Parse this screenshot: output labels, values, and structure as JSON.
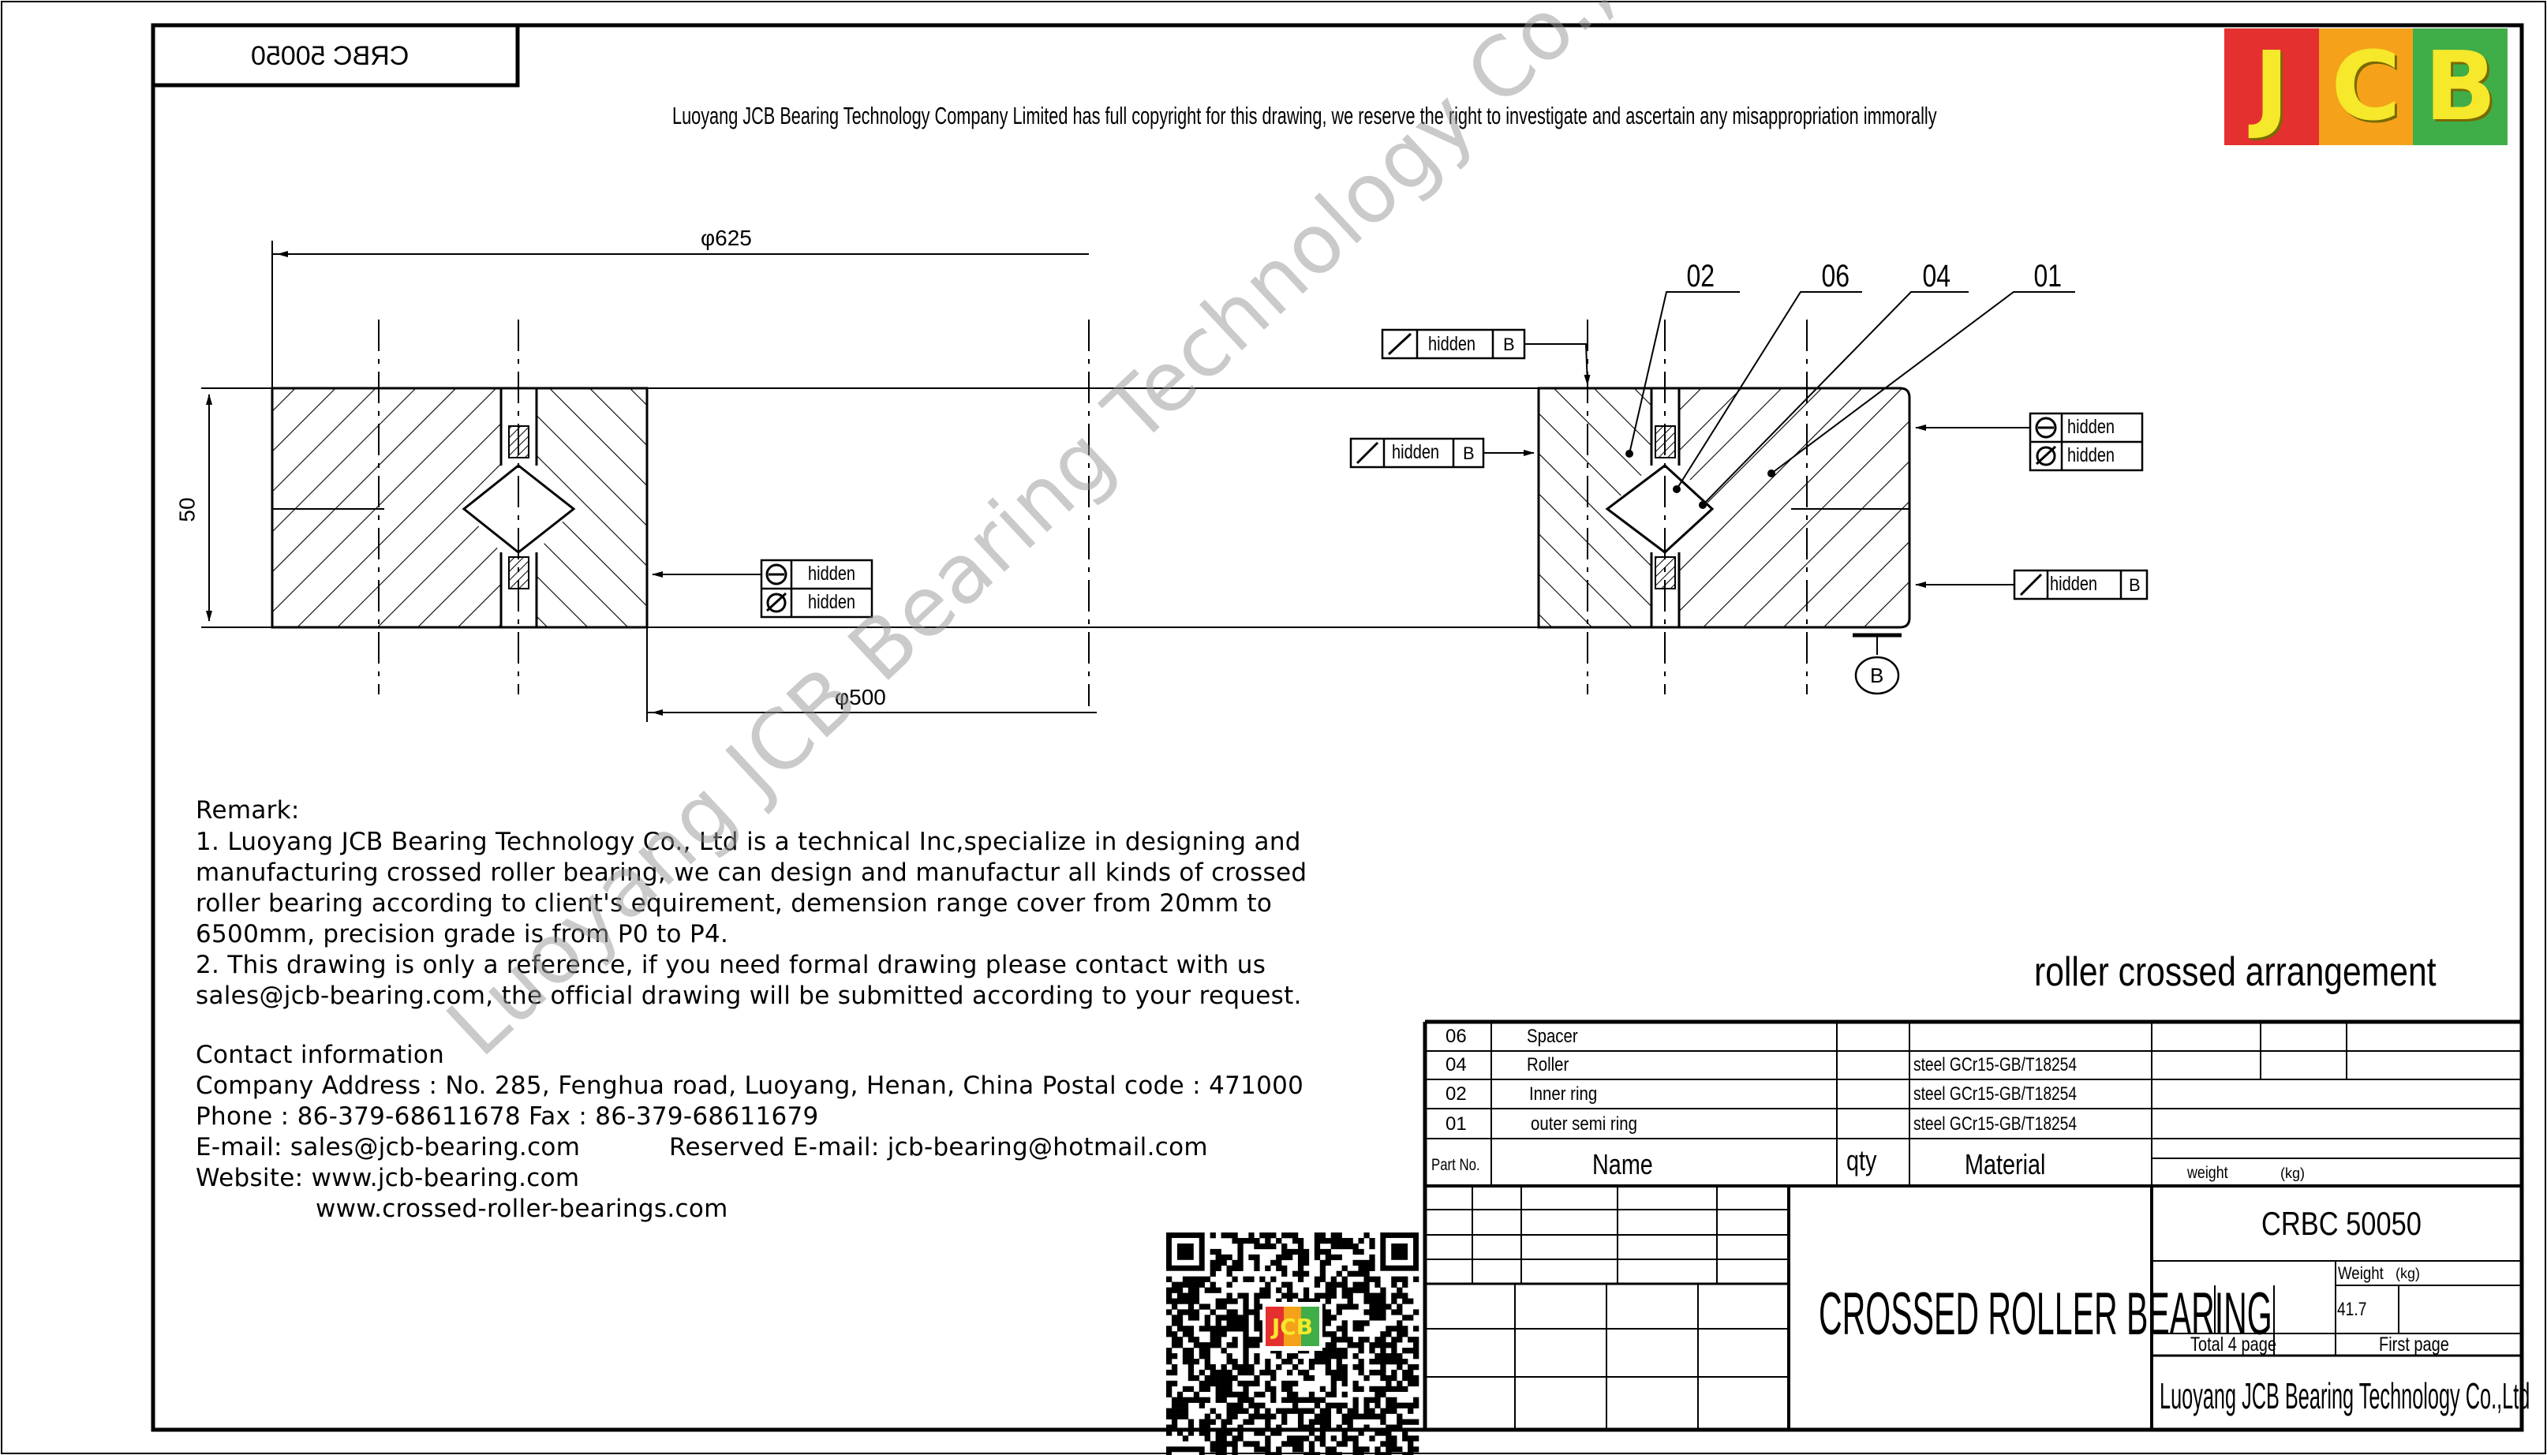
{
  "stamp": {
    "part_code_mirrored": "CRBC 50050"
  },
  "copyright": "Luoyang JCB Bearing Technology Company Limited has full copyright for this drawing, we reserve the right to investigate and ascertain any misappropriation immorally",
  "logo": {
    "letters": [
      "J",
      "C",
      "B"
    ],
    "colors": [
      "#e53030",
      "#f5a21a",
      "#3fae49"
    ],
    "letter_color": "#f6e82a"
  },
  "watermark": "Luoyang JCB Bearing Technology Co., Ltd",
  "drawing": {
    "dim_outer": "φ625",
    "dim_inner": "φ500",
    "dim_height": "50",
    "datum_label": "B",
    "callouts": [
      "02",
      "06",
      "04",
      "01"
    ],
    "tolerance_frames": [
      {
        "label": "hidden",
        "datum": "B"
      },
      {
        "label": "hidden",
        "datum": "B"
      },
      {
        "label": "hidden",
        "datum": "B"
      }
    ],
    "tolerance_pairs": [
      [
        "hidden",
        "hidden"
      ],
      [
        "hidden",
        "hidden"
      ]
    ],
    "arrangement_label": "roller crossed arrangement"
  },
  "remark": {
    "heading": "Remark:",
    "lines": [
      "1. Luoyang JCB Bearing Technology Co., Ltd is a technical Inc,specialize in designing and",
      "manufacturing crossed roller bearing, we can design and manufactur all kinds of crossed",
      "roller bearing according to client's equirement, demension range cover from 20mm to",
      "6500mm, precision grade is from P0 to P4.",
      "2. This drawing is only a reference, if you need formal drawing please contact with us",
      "sales@jcb-bearing.com, the official drawing will be submitted according to your request."
    ]
  },
  "contact": {
    "heading": "Contact information",
    "address": "Company Address :  No. 285, Fenghua road, Luoyang, Henan, China  Postal code : 471000",
    "phone": "Phone : 86-379-68611678 Fax : 86-379-68611679",
    "email": "E-mail: sales@jcb-bearing.com",
    "reserved_email": "Reserved E-mail: jcb-bearing@hotmail.com",
    "website_label": "Website: www.jcb-bearing.com",
    "website2": "www.crossed-roller-bearings.com"
  },
  "qr_logo_text": "JCB",
  "parts_table": {
    "rows": [
      {
        "no": "06",
        "name": "Spacer",
        "qty": "",
        "material": ""
      },
      {
        "no": "04",
        "name": "Roller",
        "qty": "",
        "material": "steel GCr15-GB/T18254"
      },
      {
        "no": "02",
        "name": "Inner ring",
        "qty": "",
        "material": "steel GCr15-GB/T18254"
      },
      {
        "no": "01",
        "name": "outer semi ring",
        "qty": "",
        "material": "steel GCr15-GB/T18254"
      }
    ],
    "header": {
      "no": "Part No.",
      "name": "Name",
      "qty": "qty",
      "material": "Material",
      "weight": "weight",
      "weight_unit": "(kg)"
    }
  },
  "title_block": {
    "product_type": "CROSSED ROLLER BEARING",
    "model": "CRBC 50050",
    "weight_label": "Weight",
    "weight_unit": "(kg)",
    "weight_value": "41.7",
    "total_pages": "Total 4 page",
    "first_page": "First page",
    "company": "Luoyang JCB Bearing Technology Co.,Ltd"
  }
}
